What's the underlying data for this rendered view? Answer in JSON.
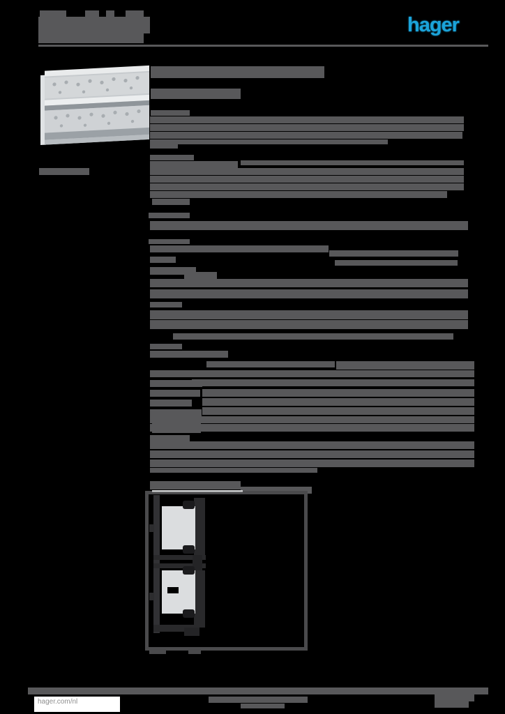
{
  "colors": {
    "page_bg": "#000000",
    "text_block": "#58585a",
    "logo_blue": "#1ba4da",
    "footer_link": "#8f8f8f",
    "white": "#ffffff"
  },
  "header": {
    "logo_text": "hager"
  },
  "footer": {
    "website_label": "hager.com/nl"
  },
  "icons": {
    "product_photo": "steel-wall-duct-photo",
    "technical_drawing": "wall-duct-cross-section-drawing"
  },
  "redacted_blocks": [
    [
      57,
      15,
      38,
      10
    ],
    [
      122,
      15,
      20,
      10
    ],
    [
      152,
      15,
      12,
      10
    ],
    [
      180,
      15,
      26,
      10
    ],
    [
      55,
      24,
      160,
      24
    ],
    [
      55,
      47,
      151,
      15
    ],
    [
      55,
      64,
      645,
      3
    ],
    [
      56,
      241,
      72,
      10
    ],
    [
      216,
      95,
      249,
      17
    ],
    [
      216,
      127,
      129,
      15
    ],
    [
      216,
      158,
      56,
      8
    ],
    [
      215,
      167,
      450,
      10
    ],
    [
      215,
      178,
      450,
      10
    ],
    [
      215,
      189,
      448,
      10
    ],
    [
      215,
      200,
      40,
      13
    ],
    [
      248,
      200,
      308,
      7
    ],
    [
      215,
      222,
      63,
      8
    ],
    [
      215,
      231,
      126,
      10
    ],
    [
      345,
      230,
      320,
      7
    ],
    [
      215,
      241,
      450,
      10
    ],
    [
      215,
      252,
      450,
      10
    ],
    [
      215,
      263,
      450,
      10
    ],
    [
      215,
      274,
      426,
      10
    ],
    [
      218,
      285,
      54,
      9
    ],
    [
      213,
      305,
      59,
      8
    ],
    [
      215,
      317,
      456,
      13
    ],
    [
      213,
      343,
      59,
      7
    ],
    [
      215,
      352,
      256,
      10
    ],
    [
      472,
      359,
      185,
      9
    ],
    [
      215,
      368,
      37,
      9
    ],
    [
      480,
      373,
      176,
      8
    ],
    [
      215,
      383,
      66,
      11
    ],
    [
      264,
      390,
      47,
      10
    ],
    [
      215,
      400,
      456,
      12
    ],
    [
      215,
      415,
      456,
      13
    ],
    [
      215,
      433,
      46,
      8
    ],
    [
      215,
      445,
      456,
      13
    ],
    [
      215,
      459,
      456,
      13
    ],
    [
      248,
      478,
      402,
      9
    ],
    [
      215,
      493,
      46,
      8
    ],
    [
      215,
      503,
      112,
      10
    ],
    [
      296,
      518,
      184,
      9
    ],
    [
      482,
      518,
      198,
      12
    ],
    [
      275,
      531,
      405,
      10
    ],
    [
      275,
      544,
      405,
      10
    ],
    [
      215,
      531,
      75,
      10
    ],
    [
      215,
      545,
      75,
      10
    ],
    [
      215,
      559,
      72,
      10
    ],
    [
      215,
      573,
      60,
      10
    ],
    [
      215,
      587,
      74,
      10
    ],
    [
      218,
      601,
      70,
      10
    ],
    [
      218,
      612,
      70,
      9
    ],
    [
      290,
      558,
      390,
      11
    ],
    [
      290,
      571,
      390,
      11
    ],
    [
      290,
      584,
      390,
      11
    ],
    [
      215,
      597,
      465,
      10
    ],
    [
      215,
      608,
      465,
      11
    ],
    [
      215,
      624,
      57,
      9
    ],
    [
      215,
      633,
      465,
      11
    ],
    [
      215,
      646,
      465,
      11
    ],
    [
      215,
      659,
      465,
      11
    ],
    [
      215,
      671,
      240,
      7
    ],
    [
      215,
      690,
      130,
      12
    ],
    [
      345,
      698,
      102,
      10
    ],
    [
      40,
      986,
      660,
      10
    ],
    [
      299,
      999,
      142,
      9
    ],
    [
      345,
      1009,
      63,
      7
    ],
    [
      623,
      986,
      57,
      20
    ],
    [
      623,
      1006,
      49,
      9
    ]
  ]
}
